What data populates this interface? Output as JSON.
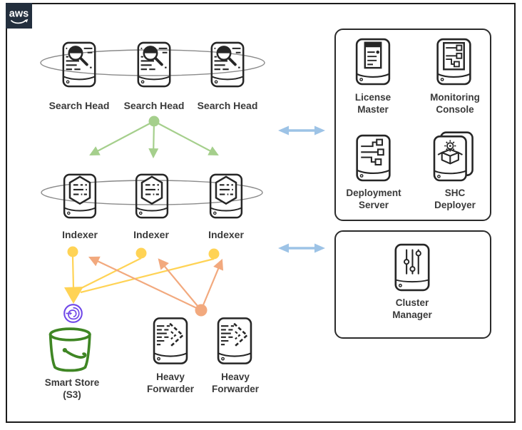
{
  "logo": {
    "text": "aws"
  },
  "colors": {
    "frame": "#1b1b1b",
    "aws_logo_bg": "#232F3E",
    "icon_stroke": "#262626",
    "cluster_ellipse_gray": "#8a8a8a",
    "search_distribution_green": "#A5CF8C",
    "smartstore_yellow": "#FFD355",
    "forwarding_orange": "#F2A97E",
    "management_link_blue": "#9DC3E6",
    "bucket_green": "#3F8624",
    "endpoint_purple": "#7048E8"
  },
  "nodes": {
    "search_heads": [
      "Search Head",
      "Search Head",
      "Search Head"
    ],
    "indexers": [
      "Indexer",
      "Indexer",
      "Indexer"
    ],
    "heavy_forwarders": [
      "Heavy Forwarder",
      "Heavy Forwarder"
    ],
    "smart_store": "Smart Store (S3)"
  },
  "management_panel": {
    "license_master": "License Master",
    "monitoring_console": "Monitoring Console",
    "deployment_server": "Deployment Server",
    "shc_deployer": "SHC Deployer"
  },
  "cluster_panel": {
    "cluster_manager": "Cluster Manager"
  }
}
